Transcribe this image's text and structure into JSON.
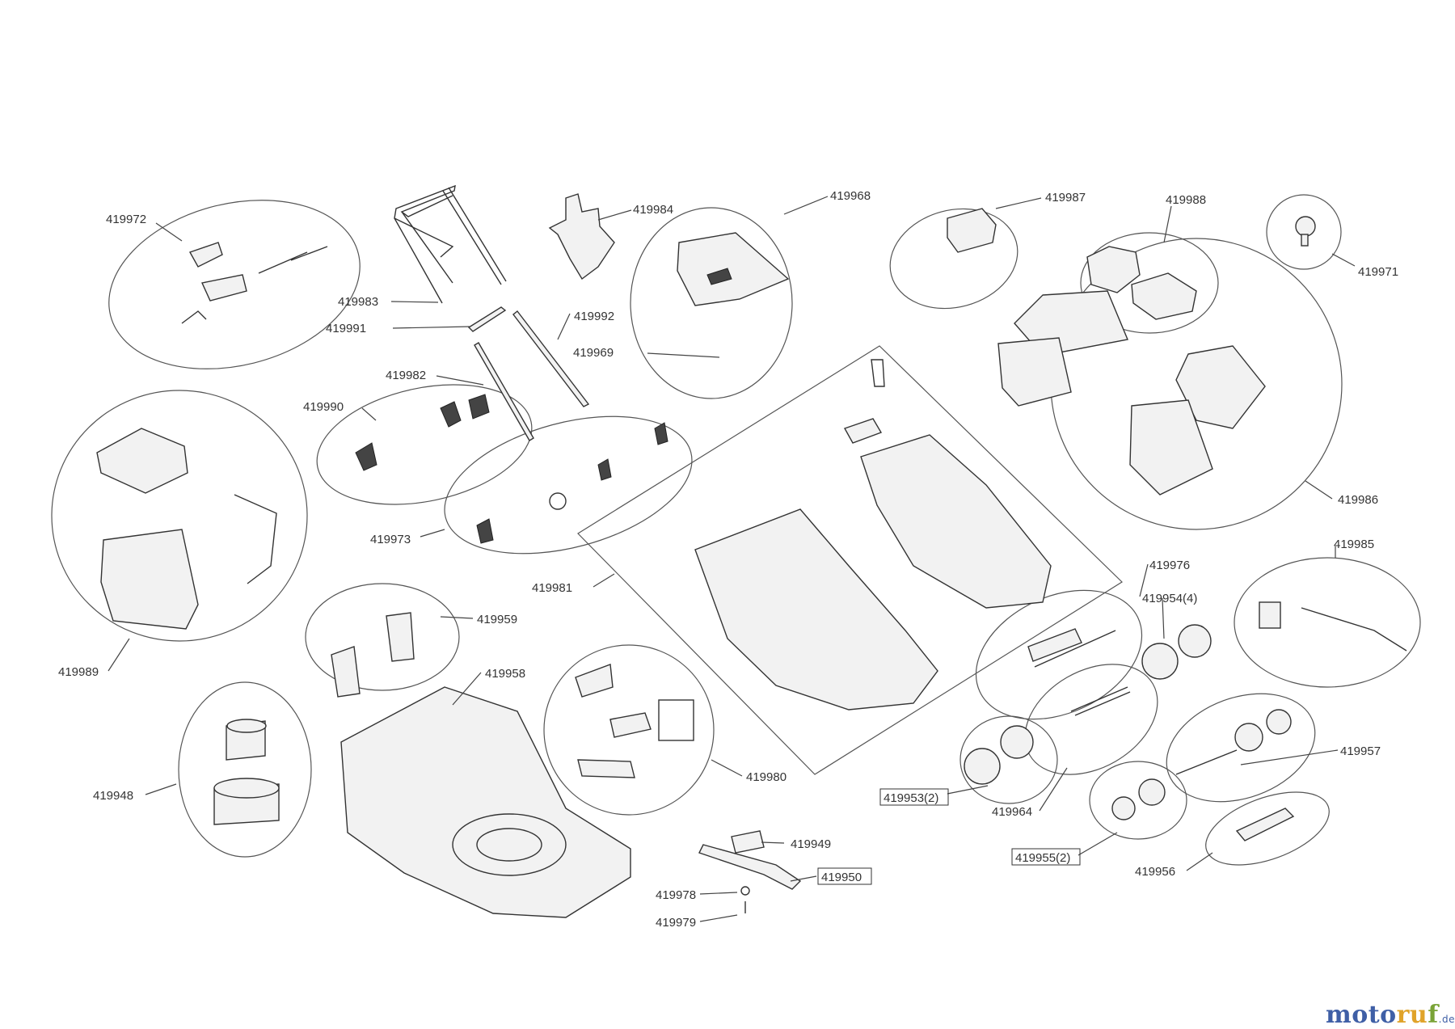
{
  "labels": {
    "l419972": "419972",
    "l419983": "419983",
    "l419991": "419991",
    "l419982": "419982",
    "l419990": "419990",
    "l419973": "419973",
    "l419984": "419984",
    "l419992": "419992",
    "l419969": "419969",
    "l419968": "419968",
    "l419981": "419981",
    "l419987": "419987",
    "l419988": "419988",
    "l419971": "419971",
    "l419986": "419986",
    "l419989": "419989",
    "l419959": "419959",
    "l419958": "419958",
    "l419948": "419948",
    "l419980": "419980",
    "l419949": "419949",
    "l419950": "419950",
    "l419978": "419978",
    "l419979": "419979",
    "l419976": "419976",
    "l419954": "419954(4)",
    "l419985": "419985",
    "l419953": "419953(2)",
    "l419964": "419964",
    "l419957": "419957",
    "l419955": "419955(2)",
    "l419956": "419956"
  },
  "brand": {
    "part1": "moto",
    "part2": "ru",
    "part3": "f",
    "suffix": ".de"
  }
}
